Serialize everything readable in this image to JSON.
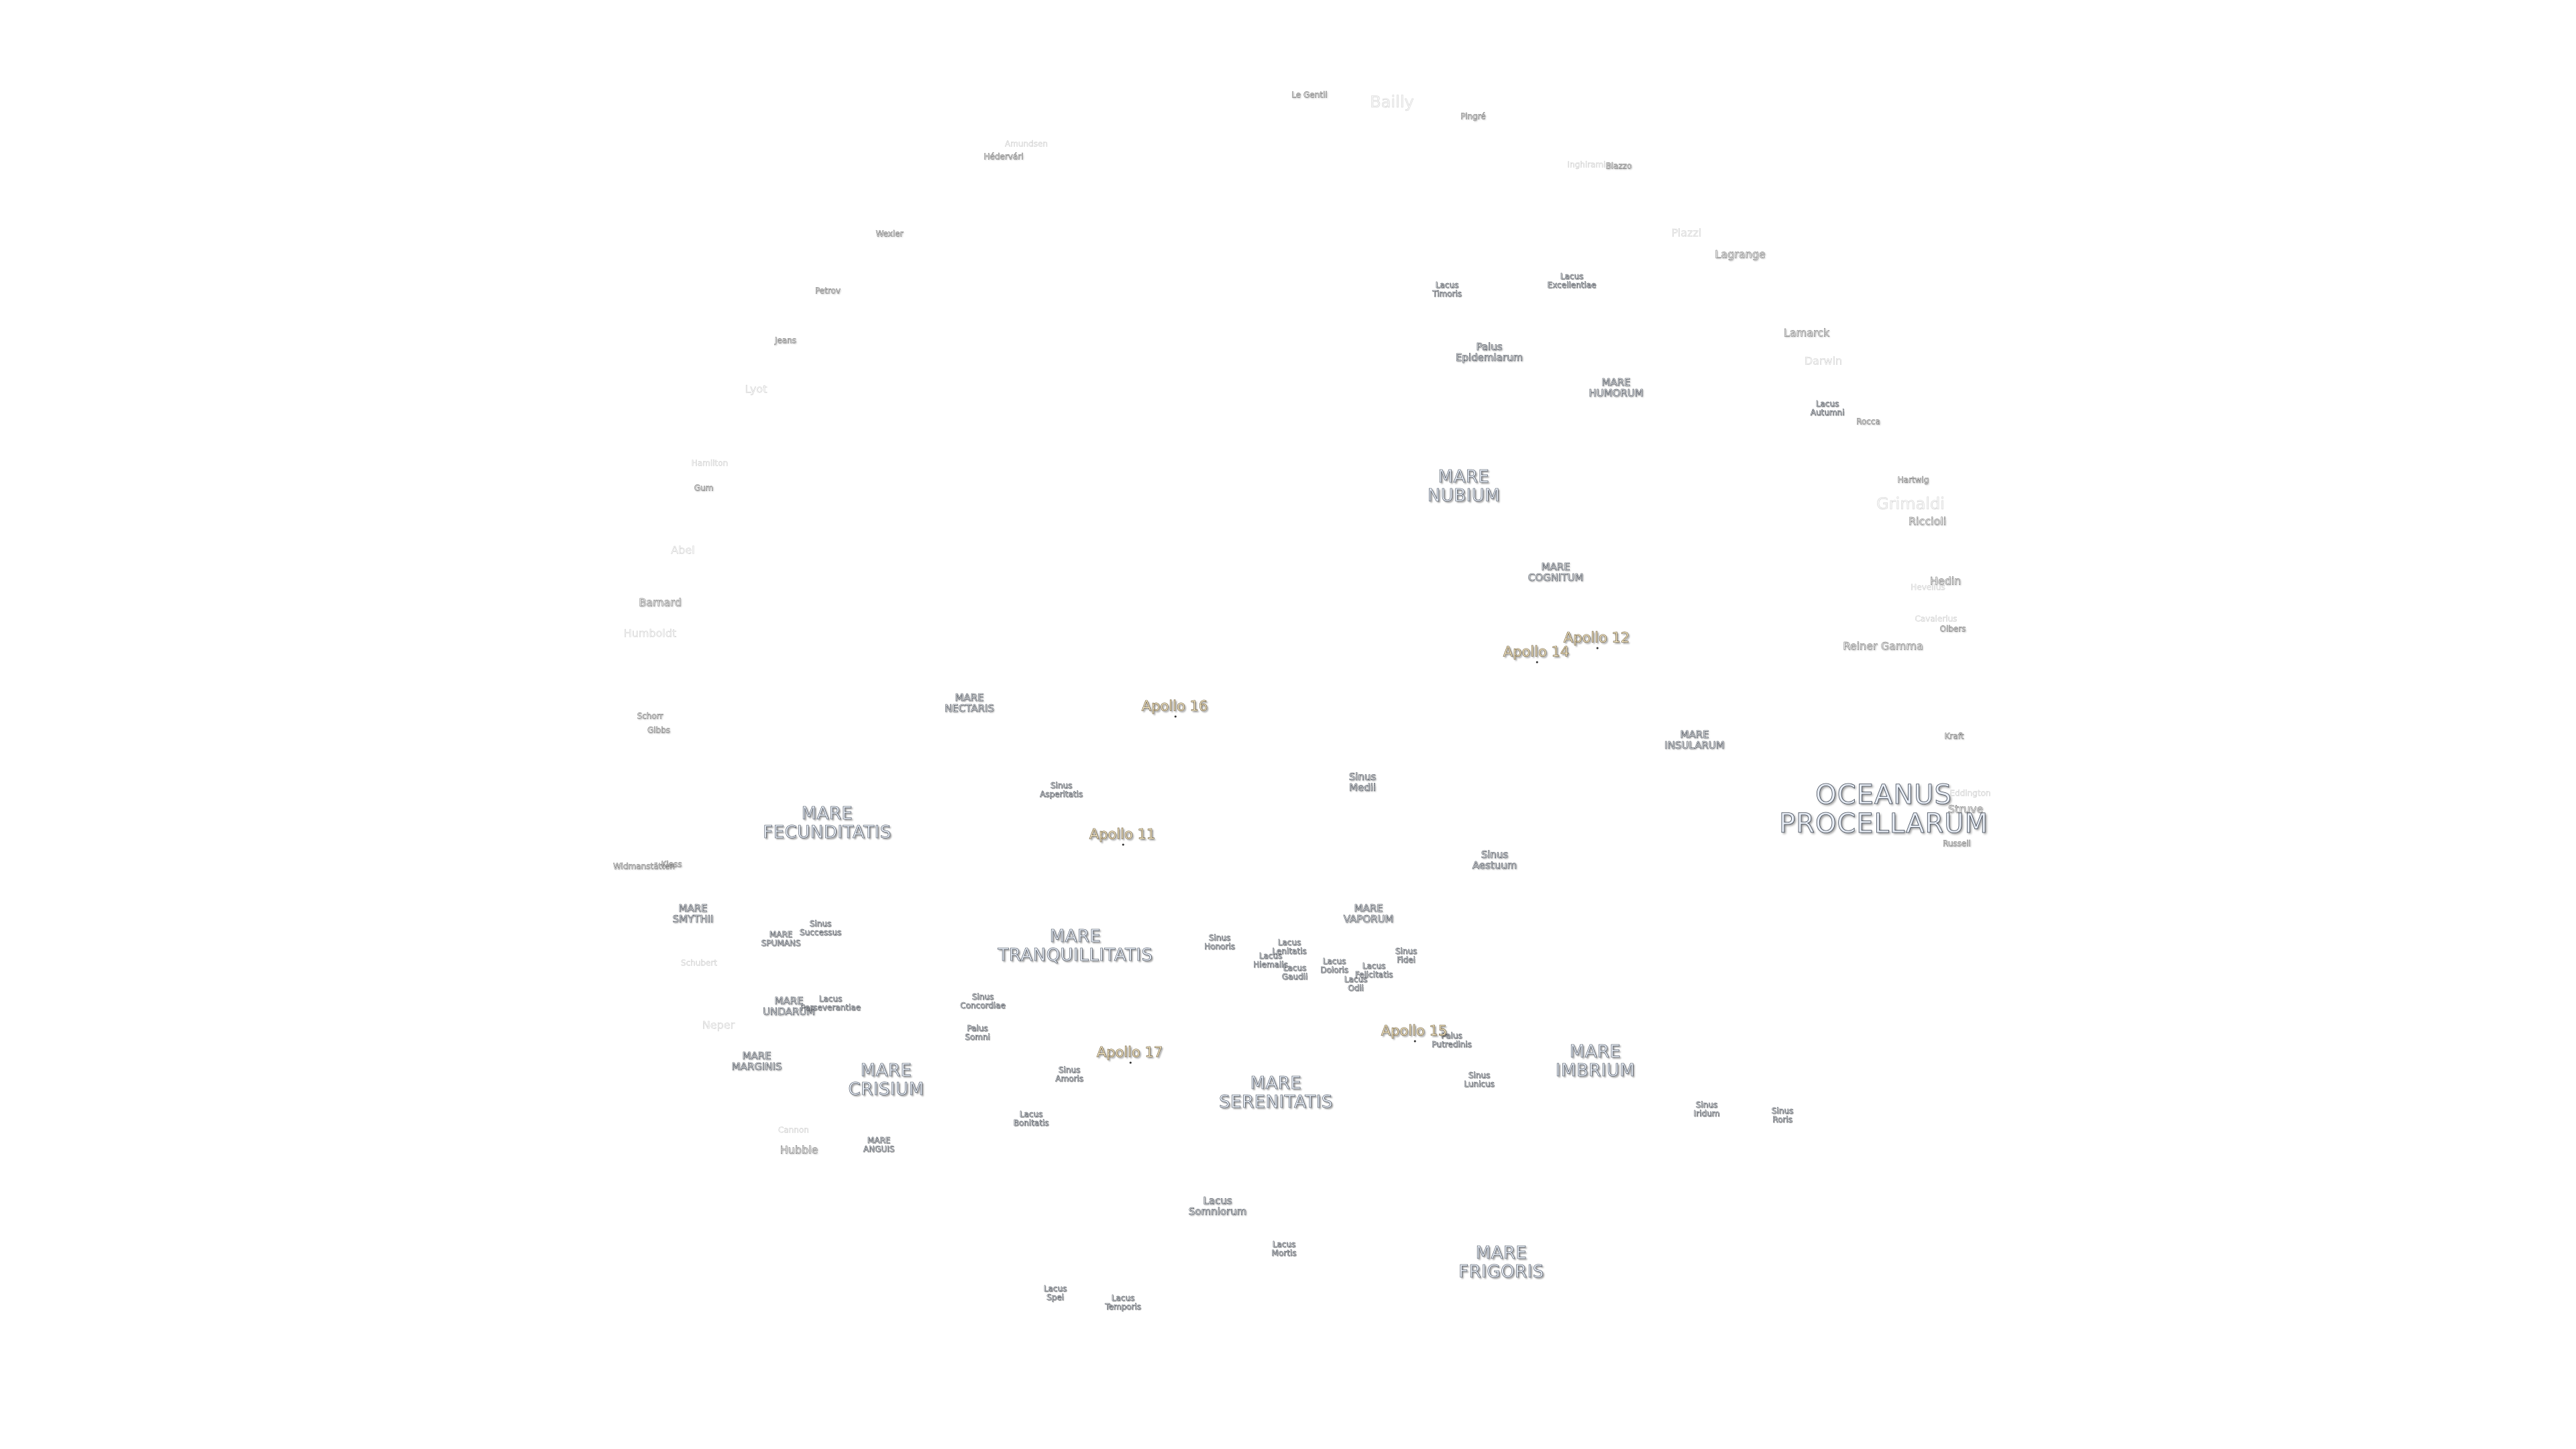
{
  "map": {
    "oceanus": [
      {
        "key": "oceanus-procellarum",
        "label": "OCEANUS\nPROCELLARUM"
      }
    ],
    "maria": [
      {
        "key": "mare-frigoris",
        "label": "MARE\nFRIGORIS"
      },
      {
        "key": "mare-imbrium",
        "label": "MARE\nIMBRIUM"
      },
      {
        "key": "mare-serenitatis",
        "label": "MARE\nSERENITATIS"
      },
      {
        "key": "mare-tranquillitatis",
        "label": "MARE\nTRANQUILLITATIS"
      },
      {
        "key": "mare-crisium",
        "label": "MARE\nCRISIUM"
      },
      {
        "key": "mare-fecunditatis",
        "label": "MARE\nFECUNDITATIS"
      },
      {
        "key": "mare-nubium",
        "label": "MARE\nNUBIUM"
      }
    ],
    "small_features": [
      {
        "key": "mare-humorum",
        "label": "MARE\nHUMORUM"
      },
      {
        "key": "mare-cognitum",
        "label": "MARE\nCOGNITUM"
      },
      {
        "key": "mare-insularum",
        "label": "MARE\nINSULARUM"
      },
      {
        "key": "mare-nectaris",
        "label": "MARE\nNECTARIS"
      },
      {
        "key": "mare-vaporum",
        "label": "MARE\nVAPORUM"
      },
      {
        "key": "mare-smythii",
        "label": "MARE\nSMYTHII"
      },
      {
        "key": "mare-marginis",
        "label": "MARE\nMARGINIS"
      },
      {
        "key": "mare-undarum",
        "label": "MARE\nUNDARUM"
      },
      {
        "key": "mare-anguis",
        "label": "MARE\nANGUIS"
      },
      {
        "key": "palus-epidemiarum",
        "label": "Palus\nEpidemiarum"
      },
      {
        "key": "sinus-medii",
        "label": "Sinus\nMedii"
      },
      {
        "key": "sinus-aestuum",
        "label": "Sinus\nAestuum"
      },
      {
        "key": "sinus-asperitatis",
        "label": "Sinus\nAsperitatis"
      },
      {
        "key": "sinus-amoris",
        "label": "Sinus\nAmoris"
      },
      {
        "key": "sinus-iridum",
        "label": "Sinus\nIridum"
      },
      {
        "key": "sinus-roris",
        "label": "Sinus\nRoris"
      },
      {
        "key": "lacus-somniorum",
        "label": "Lacus\nSomniorum"
      },
      {
        "key": "lacus-mortis",
        "label": "Lacus\nMortis"
      },
      {
        "key": "lacus-temporis",
        "label": "Lacus\nTemporis"
      },
      {
        "key": "lacus-timoris",
        "label": "Lacus\nTimoris"
      },
      {
        "key": "lacus-excellentiae",
        "label": "Lacus\nExcellentiae"
      },
      {
        "key": "lacus-bonitatis",
        "label": "Lacus\nBonitatis"
      },
      {
        "key": "palus-putredinis",
        "label": "Palus\nPutredinis"
      },
      {
        "key": "sinus-concordiae",
        "label": "Sinus\nConcordiae"
      },
      {
        "key": "palus-somni",
        "label": "Palus\nSomni"
      }
    ],
    "tiny_features": [
      {
        "key": "lacus-autumni",
        "label": "Lacus\nAutumni"
      },
      {
        "key": "mare-spumans",
        "label": "MARE\nSPUMANS"
      },
      {
        "key": "sinus-successus",
        "label": "Sinus\nSuccessus"
      },
      {
        "key": "lacus-perseverantiae",
        "label": "Lacus\nPerseverantiae"
      },
      {
        "key": "sinus-honoris",
        "label": "Sinus\nHonoris"
      },
      {
        "key": "lacus-hiemalis",
        "label": "Lacus\nHiemalis"
      },
      {
        "key": "lacus-lenitatis",
        "label": "Lacus\nLenitatis"
      },
      {
        "key": "lacus-gaudii",
        "label": "Lacus\nGaudii"
      },
      {
        "key": "lacus-doloris",
        "label": "Lacus\nDoloris"
      },
      {
        "key": "lacus-odii",
        "label": "Lacus\nOdii"
      },
      {
        "key": "lacus-felicitatis",
        "label": "Lacus\nFelicitatis"
      },
      {
        "key": "sinus-fidei",
        "label": "Sinus\nFidei"
      },
      {
        "key": "sinus-lunicus",
        "label": "Sinus\nLunicus"
      },
      {
        "key": "lacus-spei",
        "label": "Lacus\nSpei"
      }
    ],
    "apollo": [
      {
        "key": "apollo-11",
        "label": "Apollo 11"
      },
      {
        "key": "apollo-12",
        "label": "Apollo 12"
      },
      {
        "key": "apollo-14",
        "label": "Apollo 14"
      },
      {
        "key": "apollo-15",
        "label": "Apollo 15"
      },
      {
        "key": "apollo-16",
        "label": "Apollo 16"
      },
      {
        "key": "apollo-17",
        "label": "Apollo 17"
      }
    ],
    "craters": [
      {
        "key": "bailly",
        "label": "Bailly"
      },
      {
        "key": "le-gentil",
        "label": "Le Gentil"
      },
      {
        "key": "pingre",
        "label": "Pingré"
      },
      {
        "key": "inghirami",
        "label": "Inghirami"
      },
      {
        "key": "blazzo",
        "label": "Blazzo"
      },
      {
        "key": "amundsen",
        "label": "Amundsen"
      },
      {
        "key": "hedervari",
        "label": "Hédervári"
      },
      {
        "key": "wexler",
        "label": "Wexler"
      },
      {
        "key": "petrov",
        "label": "Petrov"
      },
      {
        "key": "jeans",
        "label": "Jeans"
      },
      {
        "key": "lyot",
        "label": "Lyot"
      },
      {
        "key": "hamilton",
        "label": "Hamilton"
      },
      {
        "key": "gum",
        "label": "Gum"
      },
      {
        "key": "abel",
        "label": "Abel"
      },
      {
        "key": "barnard",
        "label": "Barnard"
      },
      {
        "key": "humboldt",
        "label": "Humboldt"
      },
      {
        "key": "schorr",
        "label": "Schorr"
      },
      {
        "key": "gibbs",
        "label": "Gibbs"
      },
      {
        "key": "widmanstatten",
        "label": "Widmanstätten"
      },
      {
        "key": "kiess",
        "label": "Kiess"
      },
      {
        "key": "schubert",
        "label": "Schubert"
      },
      {
        "key": "neper",
        "label": "Neper"
      },
      {
        "key": "hubble",
        "label": "Hubble"
      },
      {
        "key": "cannon",
        "label": "Cannon"
      },
      {
        "key": "piazzi",
        "label": "Piazzi"
      },
      {
        "key": "lagrange",
        "label": "Lagrange"
      },
      {
        "key": "lamarck",
        "label": "Lamarck"
      },
      {
        "key": "darwin",
        "label": "Darwin"
      },
      {
        "key": "rocca",
        "label": "Rocca"
      },
      {
        "key": "hartwig",
        "label": "Hartwig"
      },
      {
        "key": "grimaldi",
        "label": "Grimaldi"
      },
      {
        "key": "riccioli",
        "label": "Riccioli"
      },
      {
        "key": "hedin",
        "label": "Hedin"
      },
      {
        "key": "hevelius",
        "label": "Hevelius"
      },
      {
        "key": "cavalerius",
        "label": "Cavalerius"
      },
      {
        "key": "olbers",
        "label": "Olbers"
      },
      {
        "key": "reiner-gamma",
        "label": "Reiner Gamma"
      },
      {
        "key": "kraft",
        "label": "Kraft"
      },
      {
        "key": "eddington",
        "label": "Eddington"
      },
      {
        "key": "struve",
        "label": "Struve"
      },
      {
        "key": "russell",
        "label": "Russell"
      }
    ]
  }
}
